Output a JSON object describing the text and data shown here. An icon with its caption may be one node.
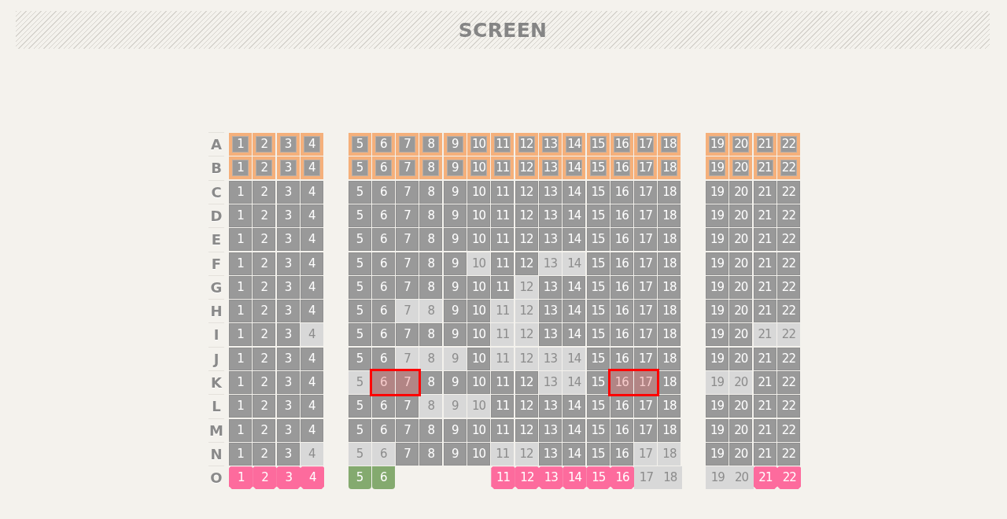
{
  "diagram": {
    "nodes": [
      {
        "text": [
          "SCREEN"
        ]
      },
      {
        "text": [
          "1"
        ]
      },
      {
        "text": [
          "2"
        ]
      },
      {
        "text": [
          "3"
        ]
      },
      {
        "text": [
          "4"
        ]
      },
      {
        "text": [
          "5"
        ]
      },
      {
        "text": [
          "6"
        ]
      },
      {
        "text": [
          "7"
        ]
      },
      {
        "text": [
          "8"
        ]
      },
      {
        "text": [
          "9"
        ]
      },
      {
        "text": [
          "10"
        ]
      },
      {
        "text": [
          "11"
        ]
      },
      {
        "text": [
          "12"
        ]
      },
      {
        "text": [
          "13"
        ]
      },
      {
        "text": [
          "14"
        ]
      },
      {
        "text": [
          "15"
        ]
      },
      {
        "text": [
          "16"
        ]
      },
      {
        "text": [
          "17"
        ]
      },
      {
        "text": [
          "18"
        ]
      },
      {
        "text": [
          "19"
        ]
      },
      {
        "text": [
          "20"
        ]
      },
      {
        "text": [
          "21"
        ]
      },
      {
        "text": [
          "22"
        ]
      },
      {
        "text": [
          "1"
        ]
      },
      {
        "text": [
          "2"
        ]
      },
      {
        "text": [
          "3"
        ]
      },
      {
        "text": [
          "4"
        ]
      },
      {
        "text": [
          "5"
        ]
      },
      {
        "text": [
          "6"
        ]
      },
      {
        "text": [
          "7"
        ]
      },
      {
        "text": [
          "8"
        ]
      },
      {
        "text": [
          "9"
        ]
      },
      {
        "text": [
          "10"
        ]
      },
      {
        "text": [
          "11"
        ]
      },
      {
        "text": [
          "12"
        ]
      },
      {
        "text": [
          "13"
        ]
      },
      {
        "text": [
          "14"
        ]
      },
      {
        "text": [
          "15"
        ]
      },
      {
        "text": [
          "16"
        ]
      },
      {
        "text": [
          "17"
        ]
      },
      {
        "text": [
          "18"
        ]
      },
      {
        "text": [
          "19"
        ]
      },
      {
        "text": [
          "20"
        ]
      },
      {
        "text": [
          "21"
        ]
      },
      {
        "text": [
          "22"
        ]
      },
      {
        "text": [
          "1"
        ]
      },
      {
        "text": [
          "2"
        ]
      },
      {
        "text": [
          "3"
        ]
      },
      {
        "text": [
          "4"
        ]
      },
      {
        "text": [
          "5"
        ]
      },
      {
        "text": [
          "6"
        ]
      },
      {
        "text": [
          "7"
        ]
      },
      {
        "text": [
          "8"
        ]
      },
      {
        "text": [
          "9"
        ]
      },
      {
        "text": [
          "10"
        ]
      },
      {
        "text": [
          "11"
        ]
      },
      {
        "text": [
          "12"
        ]
      },
      {
        "text": [
          "13"
        ]
      },
      {
        "text": [
          "14"
        ]
      },
      {
        "text": [
          "15"
        ]
      },
      {
        "text": [
          "16"
        ]
      },
      {
        "text": [
          "17"
        ]
      },
      {
        "text": [
          "18"
        ]
      },
      {
        "text": [
          "19"
        ]
      },
      {
        "text": [
          "20"
        ]
      },
      {
        "text": [
          "21"
        ]
      },
      {
        "text": [
          "22"
        ]
      },
      {
        "text": [
          "1"
        ]
      },
      {
        "text": [
          "2"
        ]
      },
      {
        "text": [
          "3"
        ]
      },
      {
        "text": [
          "4"
        ]
      },
      {
        "text": [
          "5"
        ]
      },
      {
        "text": [
          "6"
        ]
      },
      {
        "text": [
          "7"
        ]
      },
      {
        "text": [
          "8"
        ]
      },
      {
        "text": [
          "9"
        ]
      },
      {
        "text": [
          "10"
        ]
      },
      {
        "text": [
          "11"
        ]
      },
      {
        "text": [
          "12"
        ]
      },
      {
        "text": [
          "13"
        ]
      },
      {
        "text": [
          "14"
        ]
      },
      {
        "text": [
          "15"
        ]
      },
      {
        "text": [
          "16"
        ]
      },
      {
        "text": [
          "17"
        ]
      },
      {
        "text": [
          "18"
        ]
      },
      {
        "text": [
          "19"
        ]
      },
      {
        "text": [
          "20"
        ]
      },
      {
        "text": [
          "21"
        ]
      },
      {
        "text": [
          "22"
        ]
      },
      {
        "text": [
          "1"
        ]
      },
      {
        "text": [
          "2"
        ]
      },
      {
        "text": [
          "3"
        ]
      },
      {
        "text": [
          "4"
        ]
      },
      {
        "text": [
          "5"
        ]
      },
      {
        "text": [
          "6"
        ]
      },
      {
        "text": [
          "7"
        ]
      },
      {
        "text": [
          "8"
        ]
      },
      {
        "text": [
          "9"
        ]
      },
      {
        "text": [
          "10"
        ]
      },
      {
        "text": [
          "11"
        ]
      },
      {
        "text": [
          "12"
        ]
      },
      {
        "text": [
          "13"
        ]
      },
      {
        "text": [
          "14"
        ]
      },
      {
        "text": [
          "15"
        ]
      },
      {
        "text": [
          "16"
        ]
      },
      {
        "text": [
          "17"
        ]
      },
      {
        "text": [
          "18"
        ]
      },
      {
        "text": [
          "19"
        ]
      },
      {
        "text": [
          "20"
        ]
      },
      {
        "text": [
          "21"
        ]
      },
      {
        "text": [
          "22"
        ]
      },
      {
        "text": [
          "1"
        ]
      },
      {
        "text": [
          "2"
        ]
      },
      {
        "text": [
          "3"
        ]
      },
      {
        "text": [
          "4"
        ]
      },
      {
        "text": [
          "5"
        ]
      },
      {
        "text": [
          "6"
        ]
      },
      {
        "text": [
          "7"
        ]
      },
      {
        "text": [
          "8"
        ]
      },
      {
        "text": [
          "9"
        ]
      },
      {
        "text": [
          "10"
        ]
      },
      {
        "text": [
          "11"
        ]
      },
      {
        "text": [
          "12"
        ]
      },
      {
        "text": [
          "13"
        ]
      },
      {
        "text": [
          "14"
        ]
      },
      {
        "text": [
          "15"
        ]
      },
      {
        "text": [
          "16"
        ]
      },
      {
        "text": [
          "17"
        ]
      },
      {
        "text": [
          "18"
        ]
      },
      {
        "text": [
          "19"
        ]
      },
      {
        "text": [
          "20"
        ]
      },
      {
        "text": [
          "21"
        ]
      },
      {
        "text": [
          "22"
        ]
      },
      {
        "text": [
          "1"
        ]
      },
      {
        "text": [
          "2"
        ]
      },
      {
        "text": [
          "3"
        ]
      },
      {
        "text": [
          "4"
        ]
      },
      {
        "text": [
          "5"
        ]
      },
      {
        "text": [
          "6"
        ]
      },
      {
        "text": [
          "7"
        ]
      },
      {
        "text": [
          "8"
        ]
      },
      {
        "text": [
          "9"
        ]
      },
      {
        "text": [
          "10"
        ]
      },
      {
        "text": [
          "11"
        ]
      },
      {
        "text": [
          "12"
        ]
      },
      {
        "text": [
          "13"
        ]
      },
      {
        "text": [
          "14"
        ]
      },
      {
        "text": [
          "15"
        ]
      },
      {
        "text": [
          "16"
        ]
      },
      {
        "text": [
          "17"
        ]
      },
      {
        "text": [
          "18"
        ]
      },
      {
        "text": [
          "19"
        ]
      },
      {
        "text": [
          "20"
        ]
      },
      {
        "text": [
          "21"
        ]
      },
      {
        "text": [
          "22"
        ]
      },
      {
        "text": [
          "1"
        ]
      },
      {
        "text": [
          "2"
        ]
      },
      {
        "text": [
          "3"
        ]
      },
      {
        "text": [
          "4"
        ]
      },
      {
        "text": [
          "5"
        ]
      },
      {
        "text": [
          "6"
        ]
      },
      {
        "text": [
          "7"
        ]
      },
      {
        "text": [
          "8"
        ]
      },
      {
        "text": [
          "9"
        ]
      },
      {
        "text": [
          "10"
        ]
      },
      {
        "text": [
          "11"
        ]
      },
      {
        "text": [
          "12"
        ]
      },
      {
        "text": [
          "13"
        ]
      },
      {
        "text": [
          "14"
        ]
      },
      {
        "text": [
          "15"
        ]
      },
      {
        "text": [
          "16"
        ]
      },
      {
        "text": [
          "17"
        ]
      },
      {
        "text": [
          "18"
        ]
      },
      {
        "text": [
          "19"
        ]
      },
      {
        "text": [
          "20"
        ]
      },
      {
        "text": [
          "21"
        ]
      },
      {
        "text": [
          "22"
        ]
      },
      {
        "text": [
          "1"
        ]
      },
      {
        "text": [
          "2"
        ]
      },
      {
        "text": [
          "3"
        ]
      },
      {
        "text": [
          "4"
        ]
      },
      {
        "text": [
          "5"
        ]
      },
      {
        "text": [
          "6"
        ]
      },
      {
        "text": [
          "7"
        ]
      },
      {
        "text": [
          "8"
        ]
      },
      {
        "text": [
          "9"
        ]
      },
      {
        "text": [
          "10"
        ]
      },
      {
        "text": [
          "11"
        ]
      },
      {
        "text": [
          "12"
        ]
      },
      {
        "text": [
          "13"
        ]
      },
      {
        "text": [
          "14"
        ]
      },
      {
        "text": [
          "15"
        ]
      },
      {
        "text": [
          "16"
        ]
      },
      {
        "text": [
          "17"
        ]
      },
      {
        "text": [
          "18"
        ]
      },
      {
        "text": [
          "19"
        ]
      },
      {
        "text": [
          "20"
        ]
      },
      {
        "text": [
          "21"
        ]
      },
      {
        "text": [
          "22"
        ]
      },
      {
        "text": [
          "1"
        ]
      },
      {
        "text": [
          "2"
        ]
      },
      {
        "text": [
          "3"
        ]
      },
      {
        "text": [
          "4"
        ]
      },
      {
        "text": [
          "5"
        ]
      },
      {
        "text": [
          "6"
        ]
      },
      {
        "text": [
          "7"
        ]
      },
      {
        "text": [
          "8"
        ]
      },
      {
        "text": [
          "9"
        ]
      },
      {
        "text": [
          "10"
        ]
      },
      {
        "text": [
          "11"
        ]
      },
      {
        "text": [
          "12"
        ]
      },
      {
        "text": [
          "13"
        ]
      },
      {
        "text": [
          "14"
        ]
      },
      {
        "text": [
          "15"
        ]
      },
      {
        "text": [
          "16"
        ]
      },
      {
        "text": [
          "17"
        ]
      },
      {
        "text": [
          "18"
        ]
      },
      {
        "text": [
          "19"
        ]
      },
      {
        "text": [
          "20"
        ]
      },
      {
        "text": [
          "21"
        ]
      },
      {
        "text": [
          "22"
        ]
      },
      {
        "text": [
          "1"
        ]
      },
      {
        "text": [
          "2"
        ]
      },
      {
        "text": [
          "3"
        ]
      },
      {
        "text": [
          "4"
        ]
      },
      {
        "text": [
          "5"
        ]
      },
      {
        "text": [],
        "shape": "box"
      },
      {
        "text": [
          "6"
        ],
        "in": 226
      },
      {
        "text": [
          "7"
        ],
        "in": 226
      },
      {
        "text": [
          "8"
        ]
      },
      {
        "text": [
          "9"
        ]
      },
      {
        "text": [
          "10"
        ]
      },
      {
        "text": [
          "11"
        ]
      },
      {
        "text": [
          "12"
        ]
      },
      {
        "text": [
          "13"
        ]
      },
      {
        "text": [
          "14"
        ]
      },
      {
        "text": [
          "15"
        ]
      },
      {
        "text": [],
        "shape": "box"
      },
      {
        "text": [
          "16"
        ],
        "in": 237
      },
      {
        "text": [
          "17"
        ],
        "in": 237
      },
      {
        "text": [
          "18"
        ]
      },
      {
        "text": [
          "19"
        ]
      },
      {
        "text": [
          "20"
        ]
      },
      {
        "text": [
          "21"
        ]
      },
      {
        "text": [
          "22"
        ]
      },
      {
        "text": [
          "1"
        ]
      },
      {
        "text": [
          "2"
        ]
      },
      {
        "text": [
          "3"
        ]
      },
      {
        "text": [
          "4"
        ]
      },
      {
        "text": [
          "5"
        ]
      },
      {
        "text": [
          "6"
        ]
      },
      {
        "text": [
          "7"
        ]
      },
      {
        "text": [
          "8"
        ]
      },
      {
        "text": [
          "9"
        ]
      },
      {
        "text": [
          "10"
        ]
      },
      {
        "text": [
          "11"
        ]
      },
      {
        "text": [
          "12"
        ]
      },
      {
        "text": [
          "13"
        ]
      },
      {
        "text": [
          "14"
        ]
      },
      {
        "text": [
          "15"
        ]
      },
      {
        "text": [
          "16"
        ]
      },
      {
        "text": [
          "17"
        ]
      },
      {
        "text": [
          "18"
        ]
      },
      {
        "text": [
          "19"
        ]
      },
      {
        "text": [
          "20"
        ]
      },
      {
        "text": [
          "21"
        ]
      },
      {
        "text": [
          "22"
        ]
      },
      {
        "text": [
          "1"
        ]
      },
      {
        "text": [
          "2"
        ]
      },
      {
        "text": [
          "3"
        ]
      },
      {
        "text": [
          "4"
        ]
      },
      {
        "text": [
          "5"
        ]
      },
      {
        "text": [
          "6"
        ]
      },
      {
        "text": [
          "7"
        ]
      },
      {
        "text": [
          "8"
        ]
      },
      {
        "text": [
          "9"
        ]
      },
      {
        "text": [
          "10"
        ]
      },
      {
        "text": [
          "11"
        ]
      },
      {
        "text": [
          "12"
        ]
      },
      {
        "text": [
          "13"
        ]
      },
      {
        "text": [
          "14"
        ]
      },
      {
        "text": [
          "15"
        ]
      },
      {
        "text": [
          "16"
        ]
      },
      {
        "text": [
          "17"
        ]
      },
      {
        "text": [
          "18"
        ]
      },
      {
        "text": [
          "19"
        ]
      },
      {
        "text": [
          "20"
        ]
      },
      {
        "text": [
          "21"
        ]
      },
      {
        "text": [
          "22"
        ]
      },
      {
        "text": [
          "1"
        ]
      },
      {
        "text": [
          "2"
        ]
      },
      {
        "text": [
          "3"
        ]
      },
      {
        "text": [
          "4"
        ]
      },
      {
        "text": [
          "5"
        ]
      },
      {
        "text": [
          "6"
        ]
      },
      {
        "text": [
          "7"
        ]
      },
      {
        "text": [
          "8"
        ]
      },
      {
        "text": [
          "9"
        ]
      },
      {
        "text": [
          "10"
        ]
      },
      {
        "text": [
          "11"
        ]
      },
      {
        "text": [
          "12"
        ]
      },
      {
        "text": [
          "13"
        ]
      },
      {
        "text": [
          "14"
        ]
      },
      {
        "text": [
          "15"
        ]
      },
      {
        "text": [
          "16"
        ]
      },
      {
        "text": [
          "17"
        ]
      },
      {
        "text": [
          "18"
        ]
      },
      {
        "text": [
          "19"
        ]
      },
      {
        "text": [
          "20"
        ]
      },
      {
        "text": [
          "21"
        ]
      },
      {
        "text": [
          "22"
        ]
      },
      {
        "text": [
          "1"
        ]
      },
      {
        "text": [
          "2"
        ]
      },
      {
        "text": [
          "3"
        ]
      },
      {
        "text": [
          "4"
        ]
      },
      {
        "text": [
          "5"
        ]
      },
      {
        "text": [
          "6"
        ]
      },
      {
        "text": [
          "11"
        ]
      },
      {
        "text": [
          "12"
        ]
      },
      {
        "text": [
          "13"
        ]
      },
      {
        "text": [
          "14"
        ]
      },
      {
        "text": [
          "15"
        ]
      },
      {
        "text": [
          "16"
        ]
      },
      {
        "text": [
          "17"
        ]
      },
      {
        "text": [
          "18"
        ]
      },
      {
        "text": [
          "19"
        ]
      },
      {
        "text": [
          "20"
        ]
      },
      {
        "text": [
          "21"
        ]
      },
      {
        "text": [
          "22"
        ]
      }
    ],
    "labels": [
      "A",
      "B",
      "C",
      "D",
      "E",
      "F",
      "G",
      "H",
      "I",
      "J",
      "K",
      "L",
      "M",
      "N",
      "O"
    ]
  }
}
